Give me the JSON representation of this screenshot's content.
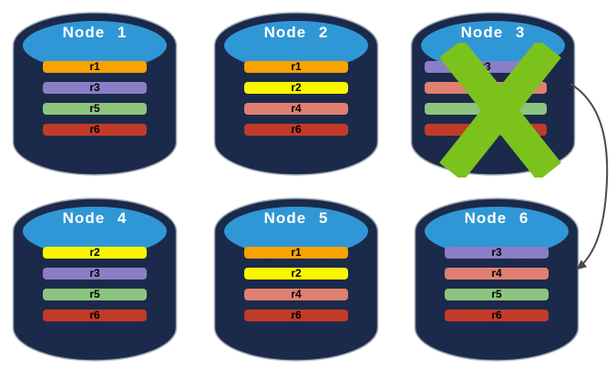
{
  "diagram": {
    "type": "database-replication-failover",
    "colors": {
      "cylinder_body": "#1B2A4A",
      "cylinder_outline": "#9BA3B0",
      "cylinder_top": "#3097D6",
      "node_label_text": "#FFFFFF",
      "replica_label_text": "#000000",
      "failure_x": "#7CC21D",
      "arrow": "#4A4A4A"
    },
    "nodes": [
      {
        "label": "Node 1",
        "failed": false,
        "replicas": [
          {
            "label": "r1",
            "color": "#F9A201"
          },
          {
            "label": "r3",
            "color": "#8B7EC7"
          },
          {
            "label": "r5",
            "color": "#8CC47E"
          },
          {
            "label": "r6",
            "color": "#C23B28"
          }
        ]
      },
      {
        "label": "Node 2",
        "failed": false,
        "replicas": [
          {
            "label": "r1",
            "color": "#F9A201"
          },
          {
            "label": "r2",
            "color": "#FCF500"
          },
          {
            "label": "r4",
            "color": "#E08070"
          },
          {
            "label": "r6",
            "color": "#C23B28"
          }
        ]
      },
      {
        "label": "Node 3",
        "failed": true,
        "replicas": [
          {
            "label": "r3",
            "color": "#8B7EC7"
          },
          {
            "label": "",
            "color": "#E08070"
          },
          {
            "label": "",
            "color": "#8CC47E"
          },
          {
            "label": "",
            "color": "#C23B28"
          }
        ]
      },
      {
        "label": "Node 4",
        "failed": false,
        "replicas": [
          {
            "label": "r2",
            "color": "#FCF500"
          },
          {
            "label": "r3",
            "color": "#8B7EC7"
          },
          {
            "label": "r5",
            "color": "#8CC47E"
          },
          {
            "label": "r6",
            "color": "#C23B28"
          }
        ]
      },
      {
        "label": "Node 5",
        "failed": false,
        "replicas": [
          {
            "label": "r1",
            "color": "#F9A201"
          },
          {
            "label": "r2",
            "color": "#FCF500"
          },
          {
            "label": "r4",
            "color": "#E08070"
          },
          {
            "label": "r6",
            "color": "#C23B28"
          }
        ]
      },
      {
        "label": "Node 6",
        "failed": false,
        "replicas": [
          {
            "label": "r3",
            "color": "#8B7EC7"
          },
          {
            "label": "r4",
            "color": "#E08070"
          },
          {
            "label": "r5",
            "color": "#8CC47E"
          },
          {
            "label": "r6",
            "color": "#C23B28"
          }
        ]
      }
    ],
    "arrow": {
      "from": "Node 3",
      "to": "Node 6"
    }
  }
}
